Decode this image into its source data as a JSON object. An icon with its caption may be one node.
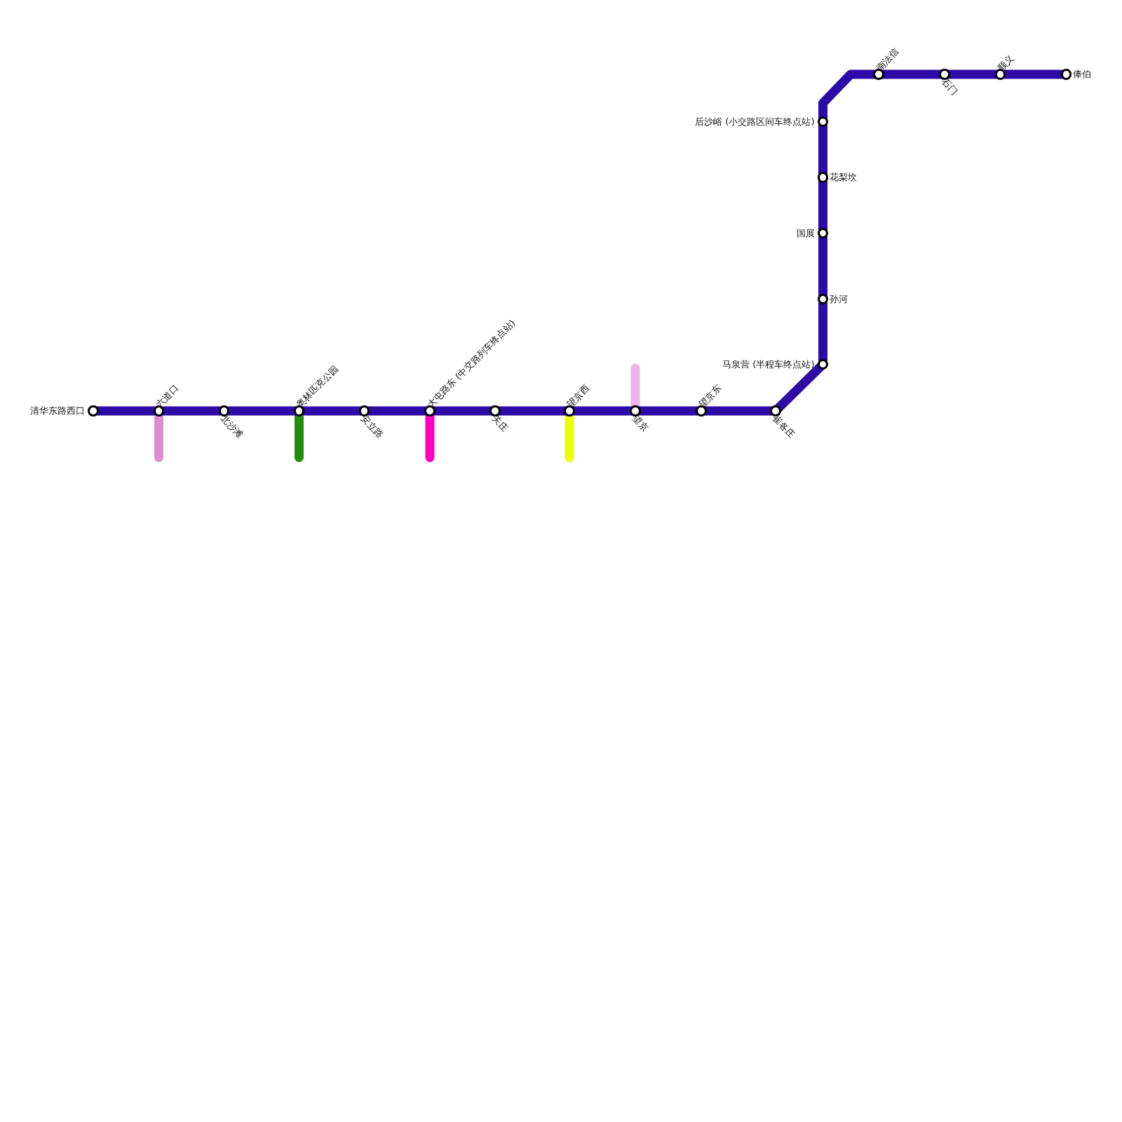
{
  "diagram": {
    "nodes": [
      {
        "text": [
          "清华东路西口"
        ]
      },
      {
        "text": [
          "六道口"
        ]
      },
      {
        "text": [
          "北沙滩"
        ]
      },
      {
        "text": [
          "奥林匹克公园"
        ]
      },
      {
        "text": [
          "安立路"
        ]
      },
      {
        "text": [
          "大屯路东 (中交路列车终点站)"
        ]
      },
      {
        "text": [
          "关庄"
        ]
      },
      {
        "text": [
          "望京西"
        ]
      },
      {
        "text": [
          "望京"
        ]
      },
      {
        "text": [
          "望京东"
        ]
      },
      {
        "text": [
          "崔各庄"
        ]
      },
      {
        "text": [
          "马泉营 (半程车终点站)"
        ]
      },
      {
        "text": [
          "孙河"
        ]
      },
      {
        "text": [
          "国展"
        ]
      },
      {
        "text": [
          "花梨坎"
        ]
      },
      {
        "text": [
          "后沙峪 (小交路区间车终点站)"
        ]
      },
      {
        "text": [
          "南法信"
        ]
      },
      {
        "text": [
          "石门"
        ]
      },
      {
        "text": [
          "顺义"
        ]
      },
      {
        "text": [
          "俸伯"
        ]
      }
    ],
    "edges": [
      {
        "from": 0,
        "to": 1,
        "arrow": "none"
      },
      {
        "from": 1,
        "to": 2,
        "arrow": "none"
      },
      {
        "from": 2,
        "to": 3,
        "arrow": "none"
      },
      {
        "from": 3,
        "to": 4,
        "arrow": "none"
      },
      {
        "from": 4,
        "to": 5,
        "arrow": "none"
      },
      {
        "from": 5,
        "to": 6,
        "arrow": "none"
      },
      {
        "from": 6,
        "to": 7,
        "arrow": "none"
      },
      {
        "from": 7,
        "to": 8,
        "arrow": "none"
      },
      {
        "from": 8,
        "to": 9,
        "arrow": "none"
      },
      {
        "from": 9,
        "to": 10,
        "arrow": "none"
      },
      {
        "from": 10,
        "to": 11,
        "arrow": "none"
      },
      {
        "from": 11,
        "to": 12,
        "arrow": "none"
      },
      {
        "from": 12,
        "to": 13,
        "arrow": "none"
      },
      {
        "from": 13,
        "to": 14,
        "arrow": "none"
      },
      {
        "from": 14,
        "to": 15,
        "arrow": "none"
      },
      {
        "from": 15,
        "to": 16,
        "arrow": "none"
      },
      {
        "from": 16,
        "to": 17,
        "arrow": "none"
      },
      {
        "from": 17,
        "to": 18,
        "arrow": "none"
      },
      {
        "from": 18,
        "to": 19,
        "arrow": "none"
      },
      {
        "from": 1,
        "to": null,
        "arrow": "none",
        "color": "#da8ed0"
      },
      {
        "from": 3,
        "to": null,
        "arrow": "none",
        "color": "#238e0e"
      },
      {
        "from": 5,
        "to": null,
        "arrow": "none",
        "color": "#ff00c6"
      },
      {
        "from": 7,
        "to": null,
        "arrow": "none",
        "color": "#eaff00"
      },
      {
        "from": 8,
        "to": null,
        "arrow": "none",
        "color": "#efb4e8"
      }
    ]
  }
}
